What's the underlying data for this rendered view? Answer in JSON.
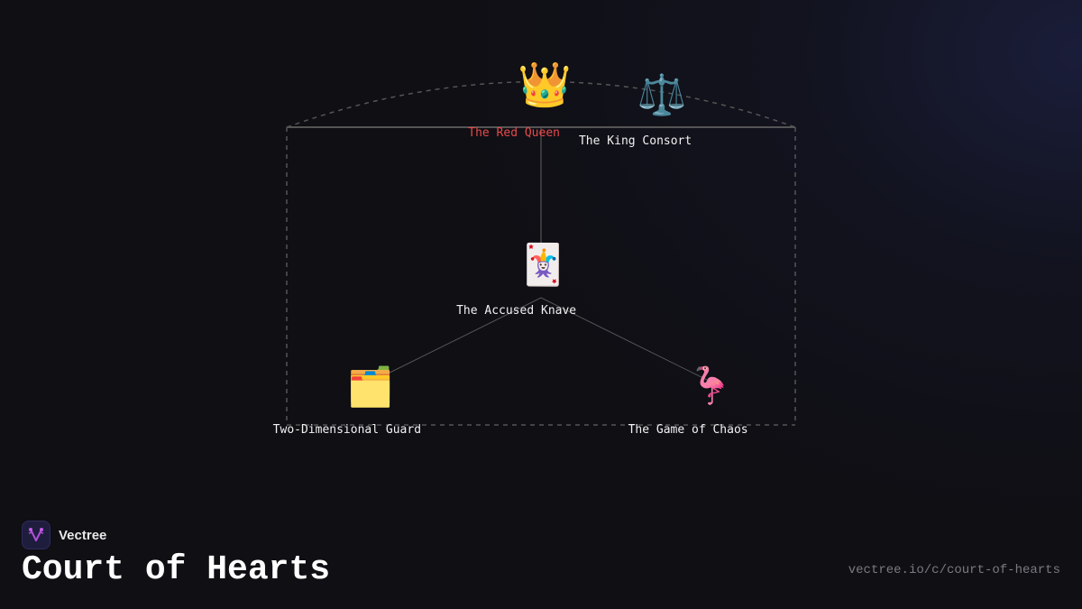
{
  "brand": {
    "name": "Vectree",
    "logo_icon": "branching-v-icon"
  },
  "page": {
    "title": "Court of Hearts",
    "url": "vectree.io/c/court-of-hearts"
  },
  "colors": {
    "background": "#0f0f14",
    "highlight_label": "#e84a4a",
    "label": "#f2f2f2",
    "edge": "#555555",
    "group_border": "#555555",
    "logo_accent": "#b04fd6"
  },
  "diagram": {
    "nodes": [
      {
        "id": "red-queen",
        "label": "The Red Queen",
        "icon": "crown-icon",
        "glyph": "👑",
        "highlighted": true
      },
      {
        "id": "king-consort",
        "label": "The King Consort",
        "icon": "balance-scale-icon",
        "glyph": "⚖️",
        "highlighted": false
      },
      {
        "id": "accused-knave",
        "label": "The Accused Knave",
        "icon": "joker-card-icon",
        "glyph": "🃏",
        "highlighted": false
      },
      {
        "id": "two-dimensional-guard",
        "label": "Two-Dimensional Guard",
        "icon": "card-index-dividers-icon",
        "glyph": "🗂️",
        "highlighted": false
      },
      {
        "id": "game-of-chaos",
        "label": "The Game of Chaos",
        "icon": "flamingo-icon",
        "glyph": "🦩",
        "highlighted": false
      }
    ],
    "edges": [
      {
        "from": "red-queen",
        "to": "accused-knave"
      },
      {
        "from": "accused-knave",
        "to": "two-dimensional-guard"
      },
      {
        "from": "accused-knave",
        "to": "game-of-chaos"
      }
    ]
  }
}
